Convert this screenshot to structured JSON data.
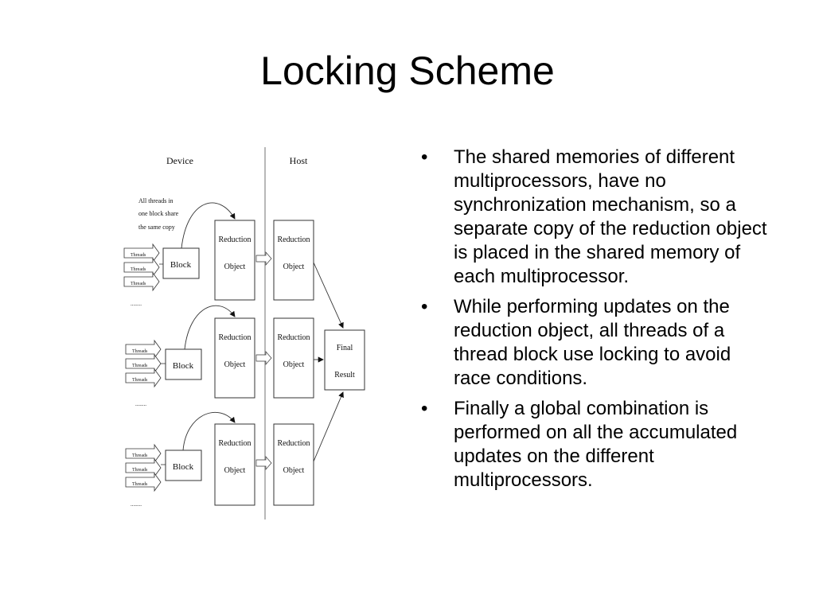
{
  "slide": {
    "title": "Locking Scheme",
    "diagram": {
      "device_label": "Device",
      "host_label": "Host",
      "note_lines": [
        "All threads in",
        "one block share",
        "the same copy"
      ],
      "thread_label": "Threads",
      "block_label": "Block",
      "reduction_label_top": "Reduction",
      "reduction_label_bottom": "Object",
      "final_label_top": "Final",
      "final_label_bottom": "Result",
      "ellipsis": "........"
    },
    "bullets": [
      "The shared memories of different multiprocessors, have no synchronization mechanism, so a separate copy of the reduction object is placed in the shared memory of each multiprocessor.",
      "While performing updates on the reduction object, all threads of a thread block use locking to avoid race conditions.",
      "Finally a global combination is performed on all the accumulated updates on the different multiprocessors."
    ],
    "bullet_symbol": "•"
  }
}
